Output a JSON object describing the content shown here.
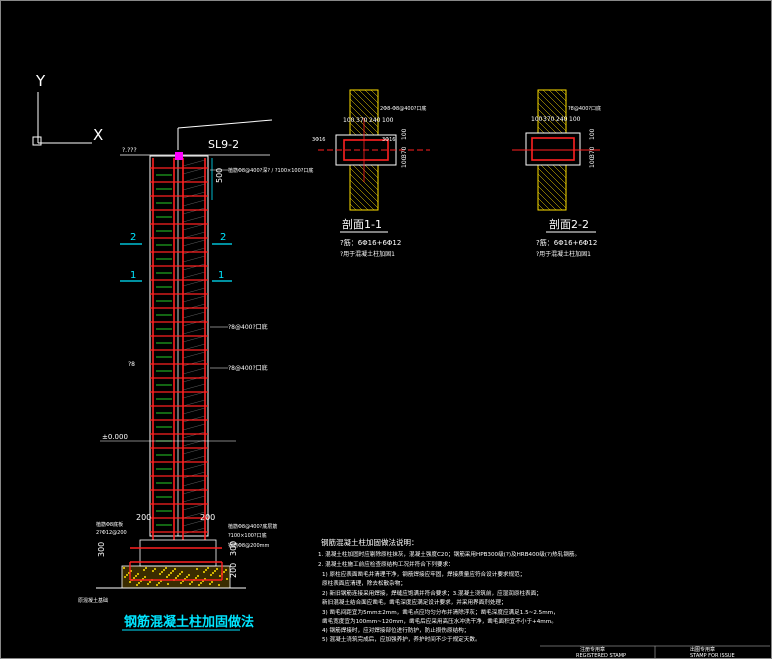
{
  "ucs": {
    "y_label": "Y",
    "x_label": "X"
  },
  "column": {
    "beam_tag": "SL9-2",
    "top_level": "?.???",
    "zero_level": "±0.000",
    "dim_500_top": "500",
    "dim_200_left": "200",
    "dim_200_right": "200",
    "dim_300": "300",
    "dim_200_base": "200",
    "dim_300_base": "300",
    "section_mark_2": "2",
    "section_mark_1": "1",
    "note_top": "植筋Φ8@400?深? / ?100×100?口底",
    "note_mid1": "?8@400?口底",
    "note_mid2": "?8@400?口底",
    "note_left": "?8",
    "note_base_left1": "植筋Φ8底板",
    "note_base_left2": "2?Φ12@200",
    "note_base_right1": "植筋Φ8@400?底层筋",
    "note_base_right2": "?100×100?口底",
    "note_base_right3": "钢筋Φ8@200mm",
    "note_foundation": "原混凝土基础"
  },
  "section_1": {
    "title": "剖面1-1",
    "dims": [
      "100",
      "370",
      "240",
      "100"
    ],
    "vdims": [
      "100",
      "370",
      "100"
    ],
    "leader_top": "2Φ8-Φ8@400?口底",
    "leader_left": "3Φ16",
    "leader_right": "3Φ16",
    "note1": "?筋：6Φ16+6Φ12",
    "note2": "?用于混凝土柱加固1"
  },
  "section_2": {
    "title": "剖面2-2",
    "dims": [
      "100",
      "370",
      "240",
      "100"
    ],
    "vdims": [
      "100",
      "370",
      "100"
    ],
    "leader_top": "?8@400?口底",
    "note1": "?筋：6Φ16+6Φ12",
    "note2": "?用于混凝土柱加固1"
  },
  "drawing_title": "钢筋混凝土柱加固做法",
  "notes": {
    "heading": "钢筋混凝土柱加固做法说明：",
    "lines": [
      "1.  混凝土柱加固时应剔除原柱抹灰，混凝土强度C20；钢筋采用HPB300级(?)及HRB400级(?)热轧钢筋。",
      "2.  混凝土柱施工前应检查原结构工况并符合下列要求：",
      "1)  原柱应表面凿毛并清理干净，钢筋焊接应牢固，焊接质量应符合设计要求规范；",
      "    原柱表面应清理，除去松散杂物；",
      "2)  新旧钢筋连接采用焊接，焊缝应饱满并符合要求；3.混凝土浇筑前，应湿润原柱表面；",
      "    新旧混凝土结合面应凿毛，凿毛深度应满足设计要求，并采用界面剂处理；",
      "3)  凿毛间距宜为5mm±2mm，凿毛点应均匀分布并清除浮灰；凿毛深度应满足1.5~2.5mm，",
      "    凿毛宽度宜为100mm~120mm，凿毛后应采用高压水冲洗干净，凿毛面积宜不小于+4mm。",
      "4)  钢筋焊接时，应对焊接部位进行防护，防止损伤原结构；",
      "5)  混凝土浇筑完成后，应加强养护，养护时间不少于规定天数。"
    ]
  },
  "stamps": {
    "left": "注册专用章",
    "left_en": "REGISTERED STAMP",
    "right": "出图专用章",
    "right_en": "STAMP FOR ISSUE"
  },
  "colors": {
    "rebar": "#ff2020",
    "outline": "#ffffff",
    "dim": "#00e5ff",
    "hatch": "#ffe000",
    "link": "#30ff30"
  }
}
